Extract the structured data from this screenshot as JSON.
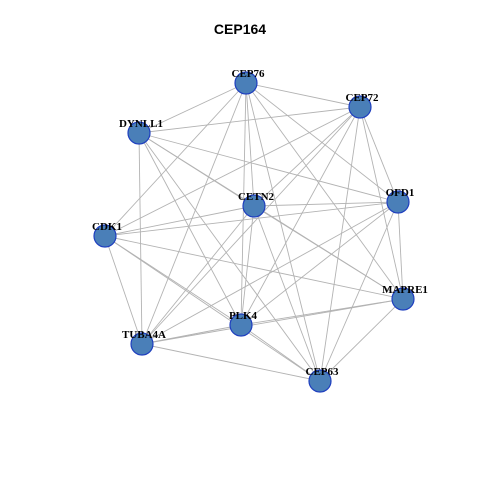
{
  "title": "CEP164",
  "colors": {
    "node_fill": "#4a7fb8",
    "node_stroke": "#1f3fbf",
    "edge": "#b3b3b3",
    "label": "#000000"
  },
  "nodes": [
    {
      "id": "CEP76",
      "label": "CEP76"
    },
    {
      "id": "CEP72",
      "label": "CEP72"
    },
    {
      "id": "DYNLL1",
      "label": "DYNLL1"
    },
    {
      "id": "CETN2",
      "label": "CETN2"
    },
    {
      "id": "OFD1",
      "label": "OFD1"
    },
    {
      "id": "CDK1",
      "label": "CDK1"
    },
    {
      "id": "MAPRE1",
      "label": "MAPRE1"
    },
    {
      "id": "PLK4",
      "label": "PLK4"
    },
    {
      "id": "TUBA4A",
      "label": "TUBA4A"
    },
    {
      "id": "CEP63",
      "label": "CEP63"
    }
  ],
  "edges": [
    [
      "CEP76",
      "CEP72"
    ],
    [
      "CEP76",
      "DYNLL1"
    ],
    [
      "CEP76",
      "CETN2"
    ],
    [
      "CEP76",
      "OFD1"
    ],
    [
      "CEP76",
      "CDK1"
    ],
    [
      "CEP76",
      "MAPRE1"
    ],
    [
      "CEP76",
      "PLK4"
    ],
    [
      "CEP76",
      "TUBA4A"
    ],
    [
      "CEP76",
      "CEP63"
    ],
    [
      "CEP72",
      "DYNLL1"
    ],
    [
      "CEP72",
      "CETN2"
    ],
    [
      "CEP72",
      "OFD1"
    ],
    [
      "CEP72",
      "CDK1"
    ],
    [
      "CEP72",
      "MAPRE1"
    ],
    [
      "CEP72",
      "PLK4"
    ],
    [
      "CEP72",
      "TUBA4A"
    ],
    [
      "CEP72",
      "CEP63"
    ],
    [
      "DYNLL1",
      "CETN2"
    ],
    [
      "DYNLL1",
      "OFD1"
    ],
    [
      "DYNLL1",
      "MAPRE1"
    ],
    [
      "DYNLL1",
      "PLK4"
    ],
    [
      "DYNLL1",
      "TUBA4A"
    ],
    [
      "DYNLL1",
      "CEP63"
    ],
    [
      "CETN2",
      "OFD1"
    ],
    [
      "CETN2",
      "CDK1"
    ],
    [
      "CETN2",
      "MAPRE1"
    ],
    [
      "CETN2",
      "PLK4"
    ],
    [
      "CETN2",
      "TUBA4A"
    ],
    [
      "CETN2",
      "CEP63"
    ],
    [
      "OFD1",
      "CDK1"
    ],
    [
      "OFD1",
      "MAPRE1"
    ],
    [
      "OFD1",
      "PLK4"
    ],
    [
      "OFD1",
      "TUBA4A"
    ],
    [
      "OFD1",
      "CEP63"
    ],
    [
      "CDK1",
      "MAPRE1"
    ],
    [
      "CDK1",
      "PLK4"
    ],
    [
      "CDK1",
      "TUBA4A"
    ],
    [
      "CDK1",
      "CEP63"
    ],
    [
      "MAPRE1",
      "PLK4"
    ],
    [
      "MAPRE1",
      "TUBA4A"
    ],
    [
      "MAPRE1",
      "CEP63"
    ],
    [
      "PLK4",
      "TUBA4A"
    ],
    [
      "PLK4",
      "CEP63"
    ],
    [
      "TUBA4A",
      "CEP63"
    ]
  ]
}
